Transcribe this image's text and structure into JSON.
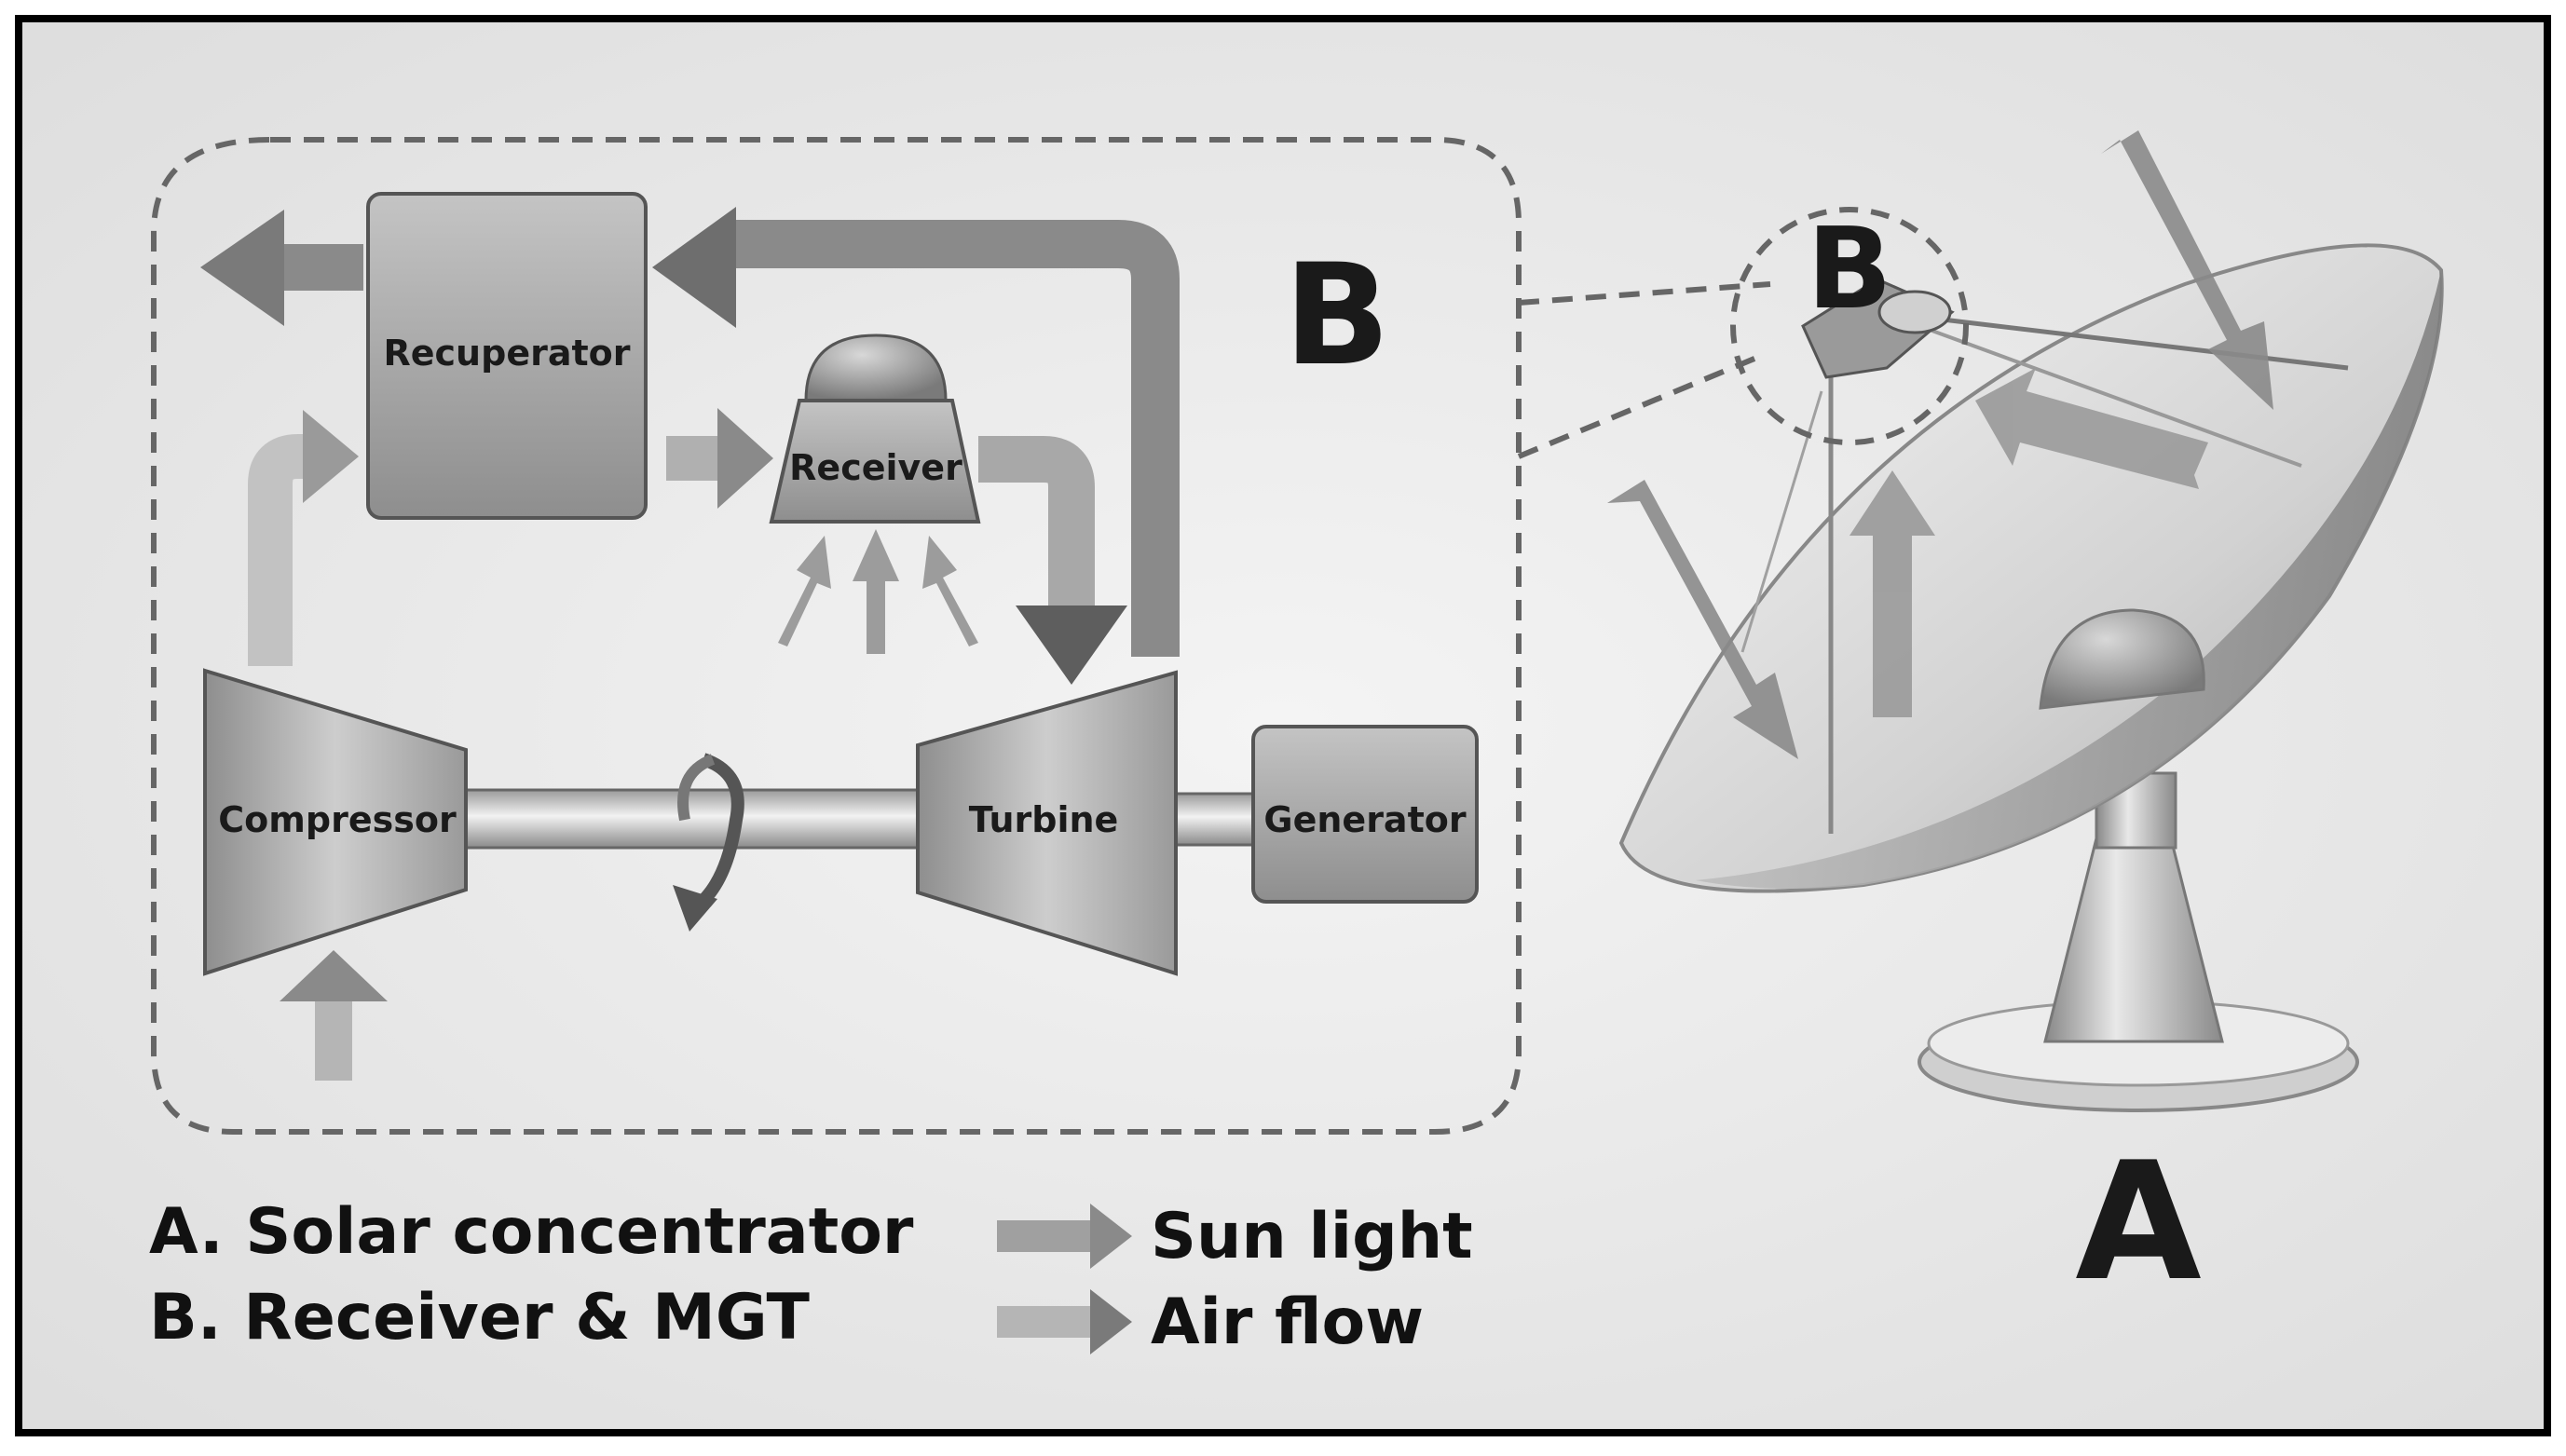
{
  "diagram": {
    "components": {
      "recuperator": "Recuperator",
      "receiver": "Receiver",
      "compressor": "Compressor",
      "turbine": "Turbine",
      "generator": "Generator"
    },
    "callouts": {
      "b_panel": "B",
      "b_dish": "B",
      "a_dish": "A"
    },
    "legend": {
      "key_a": "A. Solar concentrator",
      "key_b": "B. Receiver & MGT",
      "sun_light": "Sun light",
      "air_flow": "Air flow"
    },
    "colors": {
      "border": "#000000",
      "box_fill": "#a8a8a8",
      "arrow_dark": "#6e6e6e",
      "arrow_light": "#bdbdbd",
      "text": "#1a1a1a"
    }
  }
}
